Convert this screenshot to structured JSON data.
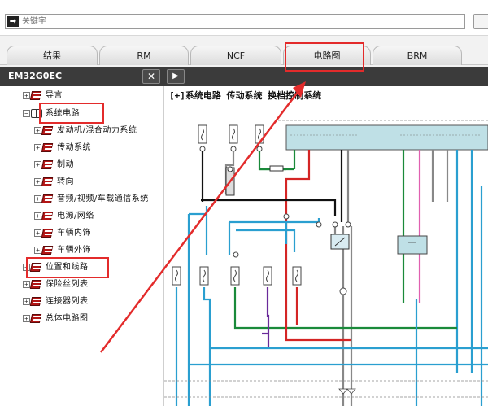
{
  "search": {
    "placeholder": "关键字"
  },
  "tabs": [
    {
      "label": "结果"
    },
    {
      "label": "RM"
    },
    {
      "label": "NCF"
    },
    {
      "label": "电路图"
    },
    {
      "label": "BRM"
    }
  ],
  "left_panel": {
    "title": "EM32G0EC",
    "tree": [
      {
        "label": "导言"
      },
      {
        "label": "系统电路"
      },
      {
        "label": "发动机/混合动力系统"
      },
      {
        "label": "传动系统"
      },
      {
        "label": "制动"
      },
      {
        "label": "转向"
      },
      {
        "label": "音频/视频/车载通信系统"
      },
      {
        "label": "电源/网络"
      },
      {
        "label": "车辆内饰"
      },
      {
        "label": "车辆外饰"
      },
      {
        "label": "位置和线路"
      },
      {
        "label": "保险丝列表"
      },
      {
        "label": "连接器列表"
      },
      {
        "label": "总体电路图"
      }
    ]
  },
  "diagram": {
    "title": "[+]系统电路  传动系统  换档控制系统"
  },
  "colors": {
    "header_bg": "#3b3b3b",
    "highlight": "#e32b2b",
    "book_red": "#b31515",
    "connector_fill": "#bfe0e6"
  }
}
